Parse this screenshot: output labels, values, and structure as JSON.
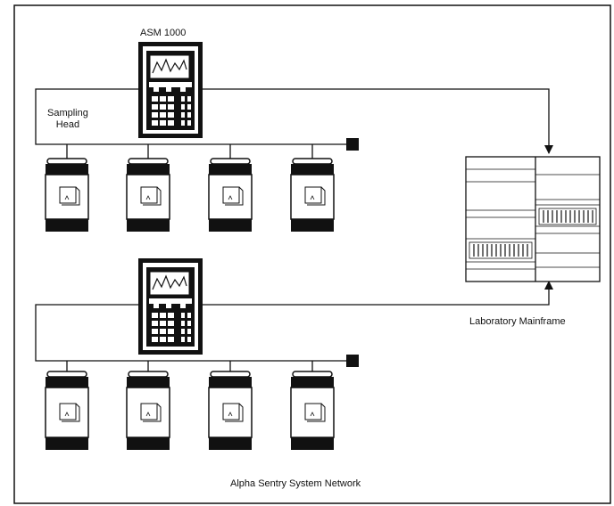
{
  "labels": {
    "instrument": "ASM 1000",
    "sampling_head": "Sampling\nHead",
    "mainframe": "Laboratory Mainframe",
    "caption": "Alpha Sentry System Network"
  },
  "diagram": {
    "type": "network",
    "groups": [
      {
        "instrument_label": "ASM 1000",
        "drum_count": 4,
        "connects_to": "Laboratory Mainframe"
      },
      {
        "instrument_label": "",
        "drum_count": 4,
        "connects_to": "Laboratory Mainframe"
      }
    ],
    "stroke_color": "#111111",
    "background": "#ffffff"
  }
}
